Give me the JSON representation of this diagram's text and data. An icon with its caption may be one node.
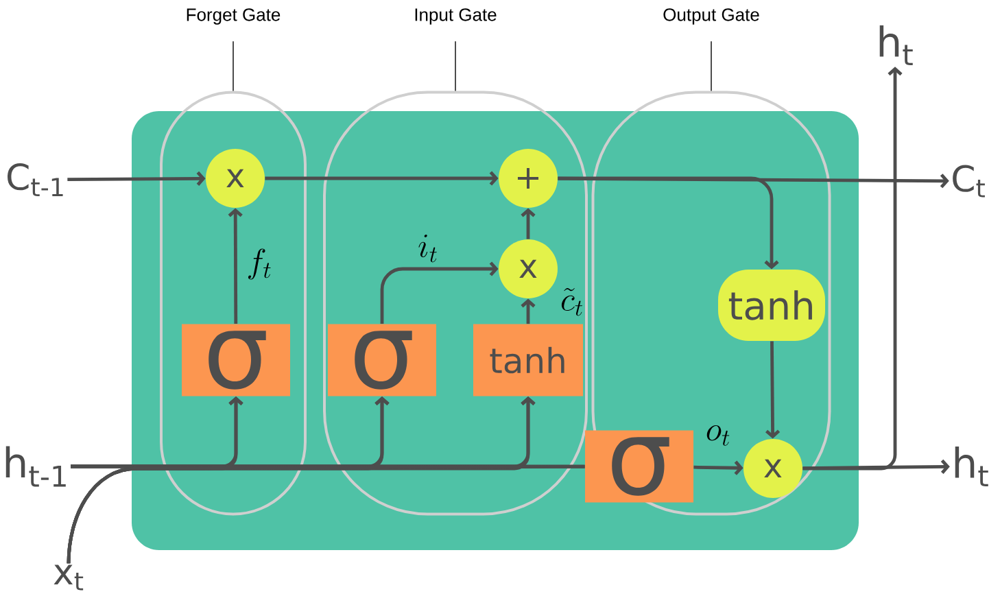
{
  "diagram": {
    "nodes": [
      {
        "text": [
          "Forget Gate"
        ]
      },
      {
        "text": [
          "Input Gate"
        ]
      },
      {
        "text": [
          "Output Gate"
        ]
      },
      {
        "text": [],
        "shape": "oval"
      },
      {
        "text": [],
        "shape": "oval"
      },
      {
        "text": [],
        "shape": "oval"
      },
      {
        "text": [
          "C$_{t-1}$"
        ]
      },
      {
        "text": [
          "h$_{t-1}$"
        ]
      },
      {
        "text": [
          "x$_{t}$"
        ]
      },
      {
        "text": [
          "x"
        ],
        "in": 3
      },
      {
        "text": [
          "σ"
        ],
        "in": 3
      },
      {
        "text": [
          "σ"
        ],
        "in": 4
      },
      {
        "text": [
          "tanh"
        ],
        "in": 4
      },
      {
        "text": [
          "x"
        ],
        "in": 4
      },
      {
        "text": [
          "+"
        ],
        "in": 4
      },
      {
        "text": [
          "σ"
        ]
      },
      {
        "text": [
          "tanh"
        ],
        "in": 5
      },
      {
        "text": [
          "x"
        ],
        "in": 5
      },
      {
        "text": [
          "C$_{t}$"
        ]
      },
      {
        "text": [
          "h$_{t}$"
        ]
      },
      {
        "text": [
          "h$_{t}$"
        ]
      }
    ],
    "edges": [
      {
        "from": 0,
        "to": 3,
        "arrow": "none",
        "color": "#000000"
      },
      {
        "from": 1,
        "to": 4,
        "arrow": "none",
        "color": "#000000"
      },
      {
        "from": 2,
        "to": 5,
        "arrow": "none",
        "color": "#000000"
      },
      {
        "from": 6,
        "to": 9,
        "arrow": "to"
      },
      {
        "from": 9,
        "to": 14,
        "arrow": "to"
      },
      {
        "from": 10,
        "to": 9,
        "arrow": "to",
        "label": "f_t"
      },
      {
        "from": 7,
        "to": 10,
        "arrow": "to"
      },
      {
        "from": 7,
        "to": 11,
        "arrow": "to"
      },
      {
        "from": 7,
        "to": 12,
        "arrow": "to"
      },
      {
        "from": 7,
        "to": 15,
        "arrow": "none"
      },
      {
        "from": 8,
        "to": 10,
        "arrow": "to"
      },
      {
        "from": 8,
        "to": 11,
        "arrow": "to"
      },
      {
        "from": 8,
        "to": 12,
        "arrow": "to"
      },
      {
        "from": 8,
        "to": 15,
        "arrow": "none"
      },
      {
        "from": 11,
        "to": 13,
        "arrow": "to",
        "label": "i_t"
      },
      {
        "from": 12,
        "to": 13,
        "arrow": "to",
        "label": "\\tilde{c}_t"
      },
      {
        "from": 13,
        "to": 14,
        "arrow": "to"
      },
      {
        "from": 14,
        "to": 18,
        "arrow": "to"
      },
      {
        "from": 14,
        "to": 16,
        "arrow": "to"
      },
      {
        "from": 16,
        "to": 17,
        "arrow": "to"
      },
      {
        "from": 15,
        "to": 17,
        "arrow": "to",
        "label": "o_t"
      },
      {
        "from": 17,
        "to": 19,
        "arrow": "to"
      },
      {
        "from": 17,
        "to": 20,
        "arrow": "to"
      }
    ]
  }
}
